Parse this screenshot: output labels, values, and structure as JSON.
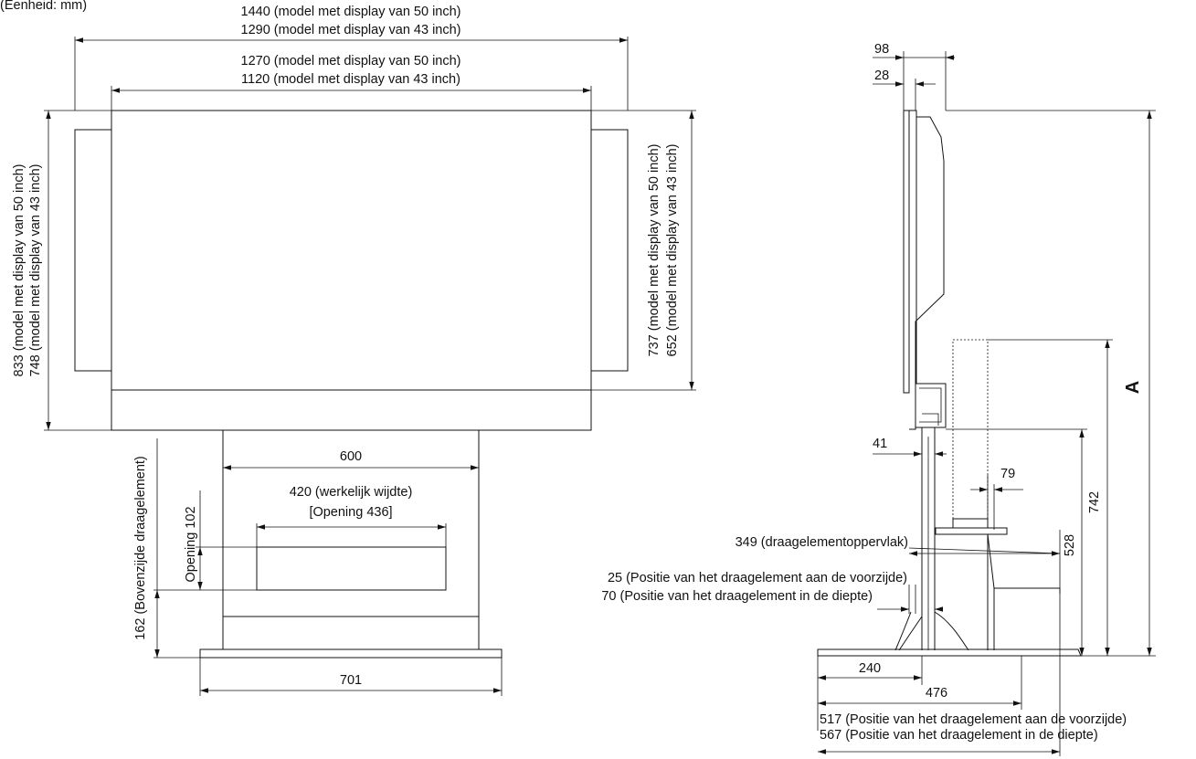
{
  "unit_label": "(Eenheid: mm)",
  "front_view": {
    "overall_width_50": "1440 (model met display van 50 inch)",
    "overall_width_43": "1290 (model met display van 43 inch)",
    "screen_width_50": "1270 (model met display van 50 inch)",
    "screen_width_43": "1120 (model met display van 43 inch)",
    "overall_height_50": "833 (model met display van 50 inch)",
    "overall_height_43": "748 (model met display van 43 inch)",
    "screen_height_50": "737 (model met display van 50 inch)",
    "screen_height_43": "652 (model met display van 43 inch)",
    "pillar_width": "600",
    "opening_width_line1": "420 (werkelijk wijdte)",
    "opening_width_line2": "[Opening 436]",
    "opening_height": "Opening 102",
    "shelf_top_height": "162 (Bovenzijde draagelement)",
    "base_width": "701"
  },
  "side_view": {
    "depth_98": "98",
    "depth_28": "28",
    "pillar_41": "41",
    "offset_79": "79",
    "height_742": "742",
    "height_528": "528",
    "height_a": "A",
    "shelf_surface": "349 (draagelementoppervlak)",
    "shelf_front_25": "25 (Positie van het draagelement aan de voorzijde)",
    "shelf_depth_70": "70 (Positie van het draagelement in de diepte)",
    "base_240": "240",
    "base_476": "476",
    "shelf_front_517": "517 (Positie van het draagelement aan de voorzijde)",
    "shelf_depth_567": "567 (Positie van het draagelement in de diepte)"
  }
}
